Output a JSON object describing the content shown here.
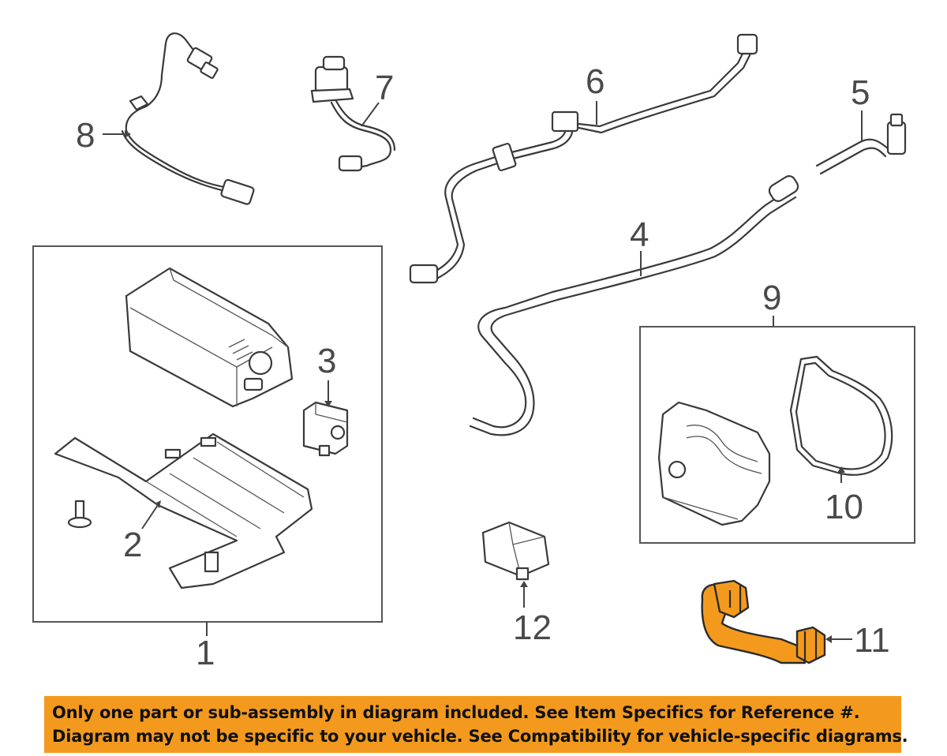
{
  "callouts": {
    "c1": "1",
    "c2": "2",
    "c3": "3",
    "c4": "4",
    "c5": "5",
    "c6": "6",
    "c7": "7",
    "c8": "8",
    "c9": "9",
    "c10": "10",
    "c11": "11",
    "c12": "12"
  },
  "banner": {
    "line1": "Only one part or sub-assembly in diagram included. See Item Specifics for Reference #.",
    "line2": "Diagram may not be specific to your vehicle. See Compatibility for vehicle-specific diagrams."
  },
  "colors": {
    "highlight": "#f39a1e",
    "banner_bg": "#f39a1e",
    "line": "#3a3a3a"
  }
}
